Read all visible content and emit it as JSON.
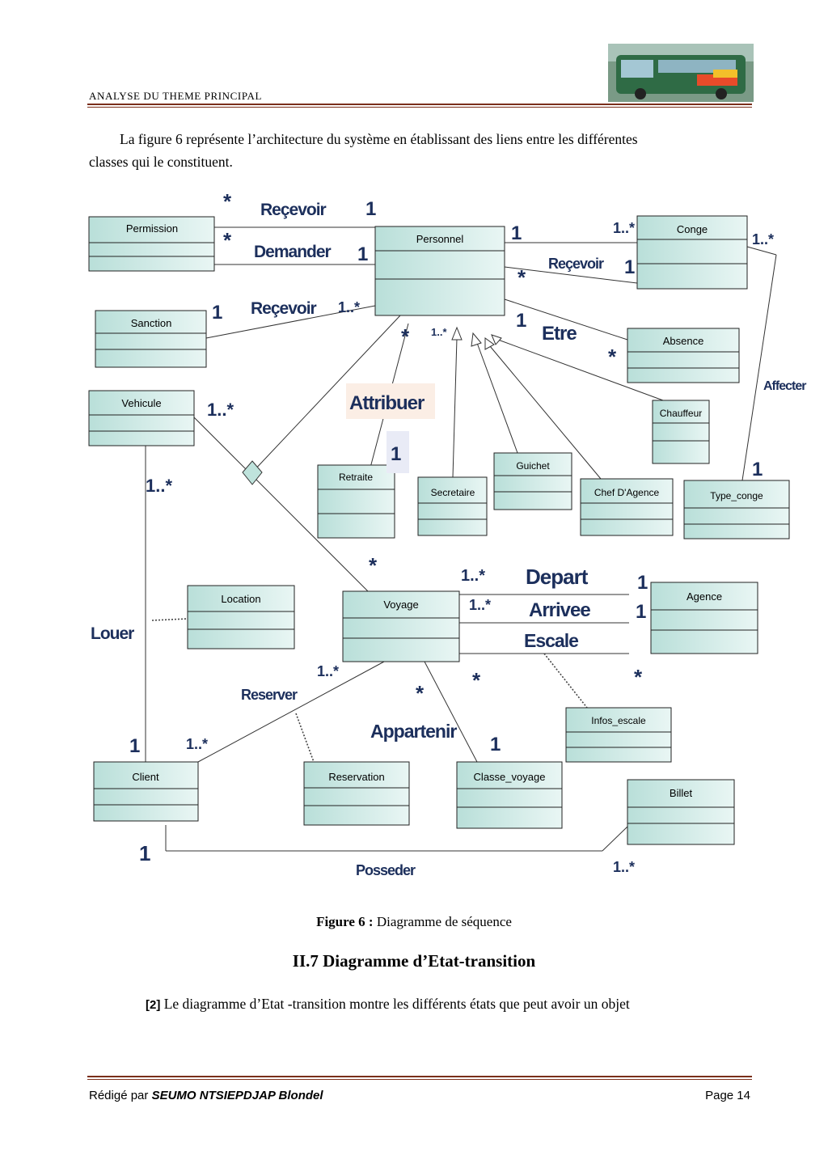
{
  "header": {
    "title": "ANALYSE  DU  THEME  PRINCIPAL"
  },
  "intro_paragraph": {
    "line1": "La figure 6 représente l’architecture du système en établissant des liens entre les différentes",
    "line2": "classes qui le constituent."
  },
  "diagram": {
    "classes": {
      "permission": "Permission",
      "personnel": "Personnel",
      "conge": "Conge",
      "sanction": "Sanction",
      "absence": "Absence",
      "vehicule": "Vehicule",
      "chauffeur": "Chauffeur",
      "retraite": "Retraite",
      "secretaire": "Secretaire",
      "guichet": "Guichet",
      "chef_agence": "Chef D'Agence",
      "type_conge": "Type_conge",
      "location": "Location",
      "voyage": "Voyage",
      "agence": "Agence",
      "infos_escale": "Infos_escale",
      "client": "Client",
      "reservation": "Reservation",
      "classe_voyage": "Classe_voyage",
      "billet": "Billet"
    },
    "associations": {
      "recevoir_top": "Reçevoir",
      "demander": "Demander",
      "recevoir_conge": "Reçevoir",
      "recevoir_sanction": "Reçevoir",
      "etre": "Etre",
      "attribuer": "Attribuer",
      "affecter": "Affecter",
      "louer": "Louer",
      "depart": "Depart",
      "arrivee": "Arrivee",
      "escale": "Escale",
      "reserver": "Reserver",
      "appartenir": "Appartenir",
      "posseder": "Posseder"
    },
    "multiplicities": {
      "star": "*",
      "one": "1",
      "one_many": "1..*",
      "one_many_small": "1..*"
    }
  },
  "caption": {
    "label": "Figure 6 :",
    "text": " Diagramme de séquence"
  },
  "section": {
    "title": "II.7 Diagramme d’Etat-transition"
  },
  "intro_statetransition": {
    "ref": "[2]",
    "text": " Le diagramme d’Etat -transition montre les différents états que peut avoir un objet"
  },
  "footer": {
    "prefix": "Rédigé par ",
    "author": "SEUMO NTSIEPDJAP Blondel",
    "page": "Page 14"
  },
  "colors": {
    "class_fill": "#d3ece8",
    "class_header": "#e8f5f3",
    "class_stroke": "#1a1a1a",
    "rule": "#7a2e1a",
    "label": "#1c2f5c"
  }
}
